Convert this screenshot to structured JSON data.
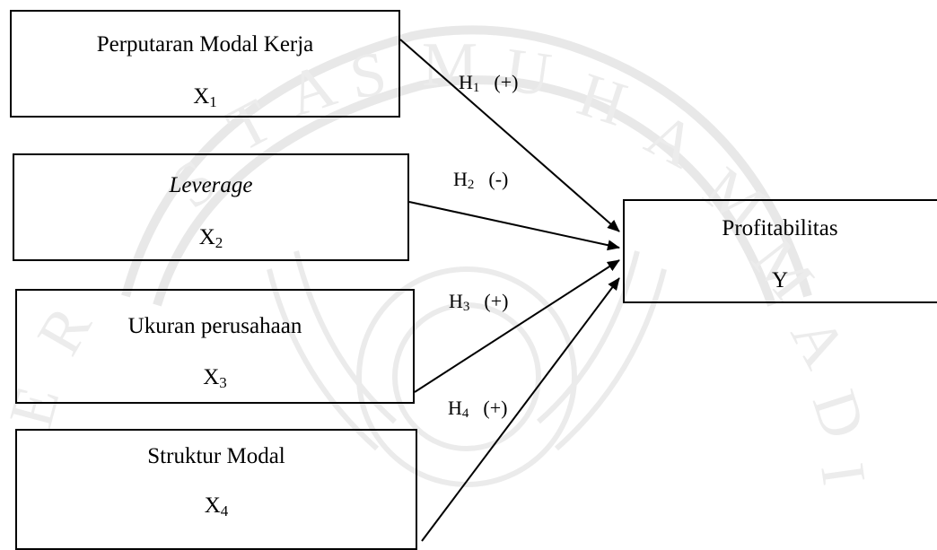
{
  "diagram": {
    "independent": [
      {
        "id": "x1",
        "label": "Perputaran Modal Kerja",
        "symbol": "X",
        "index": "1",
        "italic": false
      },
      {
        "id": "x2",
        "label": "Leverage",
        "symbol": "X",
        "index": "2",
        "italic": true
      },
      {
        "id": "x3",
        "label": "Ukuran perusahaan",
        "symbol": "X",
        "index": "3",
        "italic": false
      },
      {
        "id": "x4",
        "label": "Struktur Modal",
        "symbol": "X",
        "index": "4",
        "italic": false
      }
    ],
    "dependent": {
      "id": "y",
      "label": "Profitabilitas",
      "symbol": "Y"
    },
    "hypotheses": [
      {
        "from": "x1",
        "symbol": "H",
        "index": "1",
        "sign": "(+)"
      },
      {
        "from": "x2",
        "symbol": "H",
        "index": "2",
        "sign": "(-)"
      },
      {
        "from": "x3",
        "symbol": "H",
        "index": "3",
        "sign": "(+)"
      },
      {
        "from": "x4",
        "symbol": "H",
        "index": "4",
        "sign": "(+)"
      }
    ],
    "colors": {
      "line": "#000000",
      "watermark": "#e6e6e6"
    }
  }
}
